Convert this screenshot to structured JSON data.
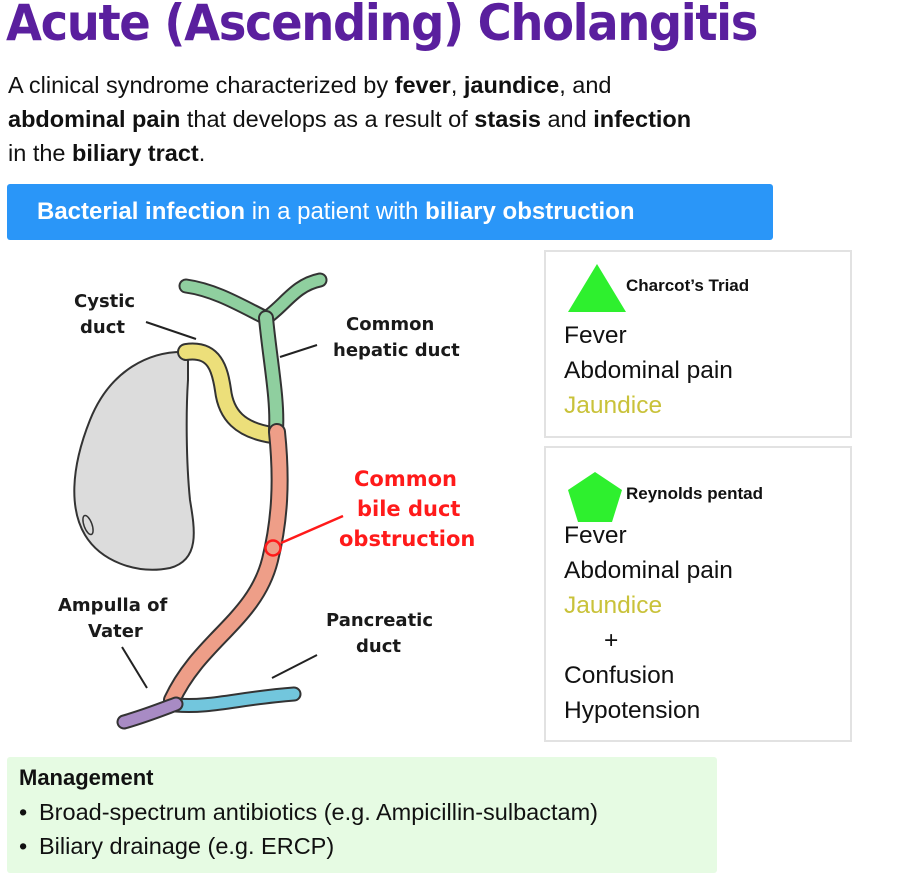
{
  "title": "Acute (Ascending) Cholangitis",
  "intro": {
    "segments": [
      {
        "text": "A clinical syndrome characterized by ",
        "bold": false
      },
      {
        "text": "fever",
        "bold": true
      },
      {
        "text": ", ",
        "bold": false
      },
      {
        "text": "jaundice",
        "bold": true
      },
      {
        "text": ", and",
        "bold": false
      },
      {
        "text": "abdominal pain",
        "bold": true
      },
      {
        "text": " that develops as a result of ",
        "bold": false
      },
      {
        "text": "stasis",
        "bold": true
      },
      {
        "text": " and ",
        "bold": false
      },
      {
        "text": "infection",
        "bold": true
      },
      {
        "text": "in the ",
        "bold": false
      },
      {
        "text": "biliary tract",
        "bold": true
      },
      {
        "text": ".",
        "bold": false
      }
    ]
  },
  "banner": {
    "part1": "Bacterial infection",
    "part2": " in a patient with ",
    "part3": "biliary obstruction",
    "color": "#2a96f8"
  },
  "diagram": {
    "labels": {
      "cystic_1": "Cystic",
      "cystic_2": "duct",
      "hepatic_1": "Common",
      "hepatic_2": "hepatic duct",
      "cbd_1": "Common",
      "cbd_2": "bile duct",
      "cbd_3": "obstruction",
      "ampulla_1": "Ampulla of",
      "ampulla_2": "Vater",
      "pancreatic_1": "Pancreatic",
      "pancreatic_2": "duct"
    },
    "colors": {
      "gallbladder": "#dcdcdc",
      "cystic_duct": "#ecdf7a",
      "hepatic_duct": "#8fcf9f",
      "common_bile_duct": "#ee9e88",
      "pancreatic_duct": "#72c6dd",
      "ampulla": "#a88bc4",
      "obstruction": "#ff1a1a"
    }
  },
  "charcot": {
    "icon": "triangle-icon",
    "heading": "Charcot’s Triad",
    "items": [
      "Fever",
      "Abdominal pain",
      "Jaundice"
    ]
  },
  "reynolds": {
    "icon": "pentagon-icon",
    "heading": "Reynolds pentad",
    "items": [
      "Fever",
      "Abdominal pain",
      "Jaundice",
      "+",
      "Confusion",
      "Hypotension"
    ]
  },
  "management": {
    "heading": "Management",
    "bullet": "•",
    "items": [
      "Broad-spectrum antibiotics (e.g. Ampicillin-sulbactam)",
      "Biliary drainage (e.g. ERCP)"
    ]
  },
  "colors": {
    "title": "#5a1f9e",
    "shape_green": "#2ef02e",
    "jaundice_text": "#c9c23a",
    "management_bg": "#e6fbe3"
  }
}
